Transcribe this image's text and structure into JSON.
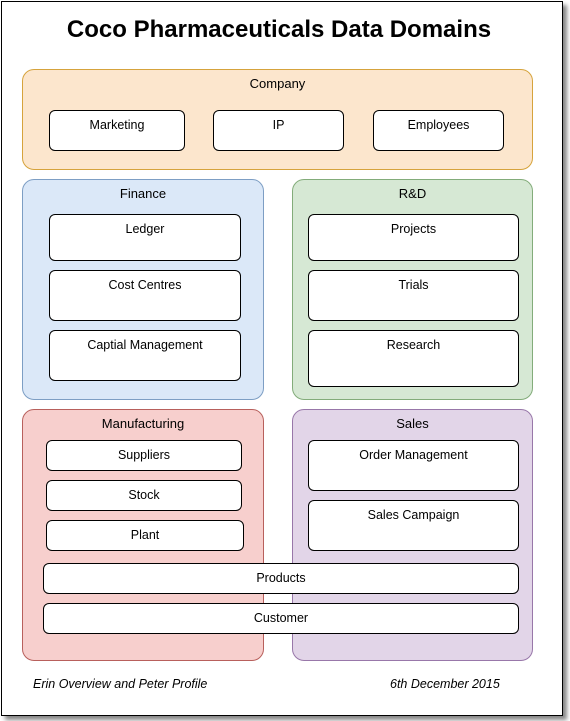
{
  "title": "Coco Pharmaceuticals Data Domains",
  "domains": {
    "company": {
      "label": "Company",
      "items": [
        "Marketing",
        "IP",
        "Employees"
      ]
    },
    "finance": {
      "label": "Finance",
      "items": [
        "Ledger",
        "Cost Centres",
        "Captial Management"
      ]
    },
    "rnd": {
      "label": "R&D",
      "items": [
        "Projects",
        "Trials",
        "Research"
      ]
    },
    "manufacturing": {
      "label": "Manufacturing",
      "items": [
        "Suppliers",
        "Stock",
        "Plant"
      ]
    },
    "sales": {
      "label": "Sales",
      "items": [
        "Order Management",
        "Sales Campaign"
      ]
    }
  },
  "shared": {
    "products": "Products",
    "customer": "Customer"
  },
  "footer": {
    "authors": "Erin Overview and Peter Profile",
    "date": "6th December 2015"
  },
  "colors": {
    "company": "#fce6cd",
    "finance": "#dbe8f8",
    "rnd": "#d6e8d4",
    "manufacturing": "#f7cfcd",
    "sales": "#e2d5e8"
  }
}
